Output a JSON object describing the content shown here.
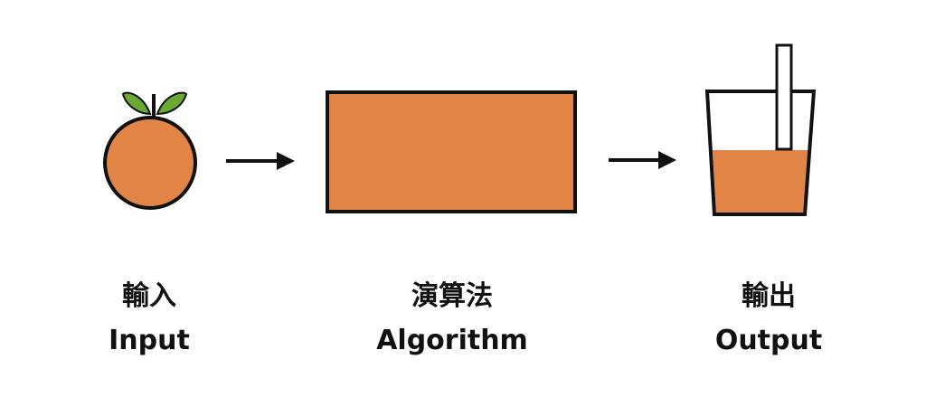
{
  "colors": {
    "fill": "#e08545",
    "stroke": "#111111",
    "leaf": "#6aaa34",
    "background": "#ffffff"
  },
  "icons": {
    "input": "orange-icon",
    "process": "box-icon",
    "output": "juice-cup-icon"
  },
  "steps": [
    {
      "zh": "輸入",
      "en": "Input"
    },
    {
      "zh": "演算法",
      "en": "Algorithm"
    },
    {
      "zh": "輸出",
      "en": "Output"
    }
  ]
}
